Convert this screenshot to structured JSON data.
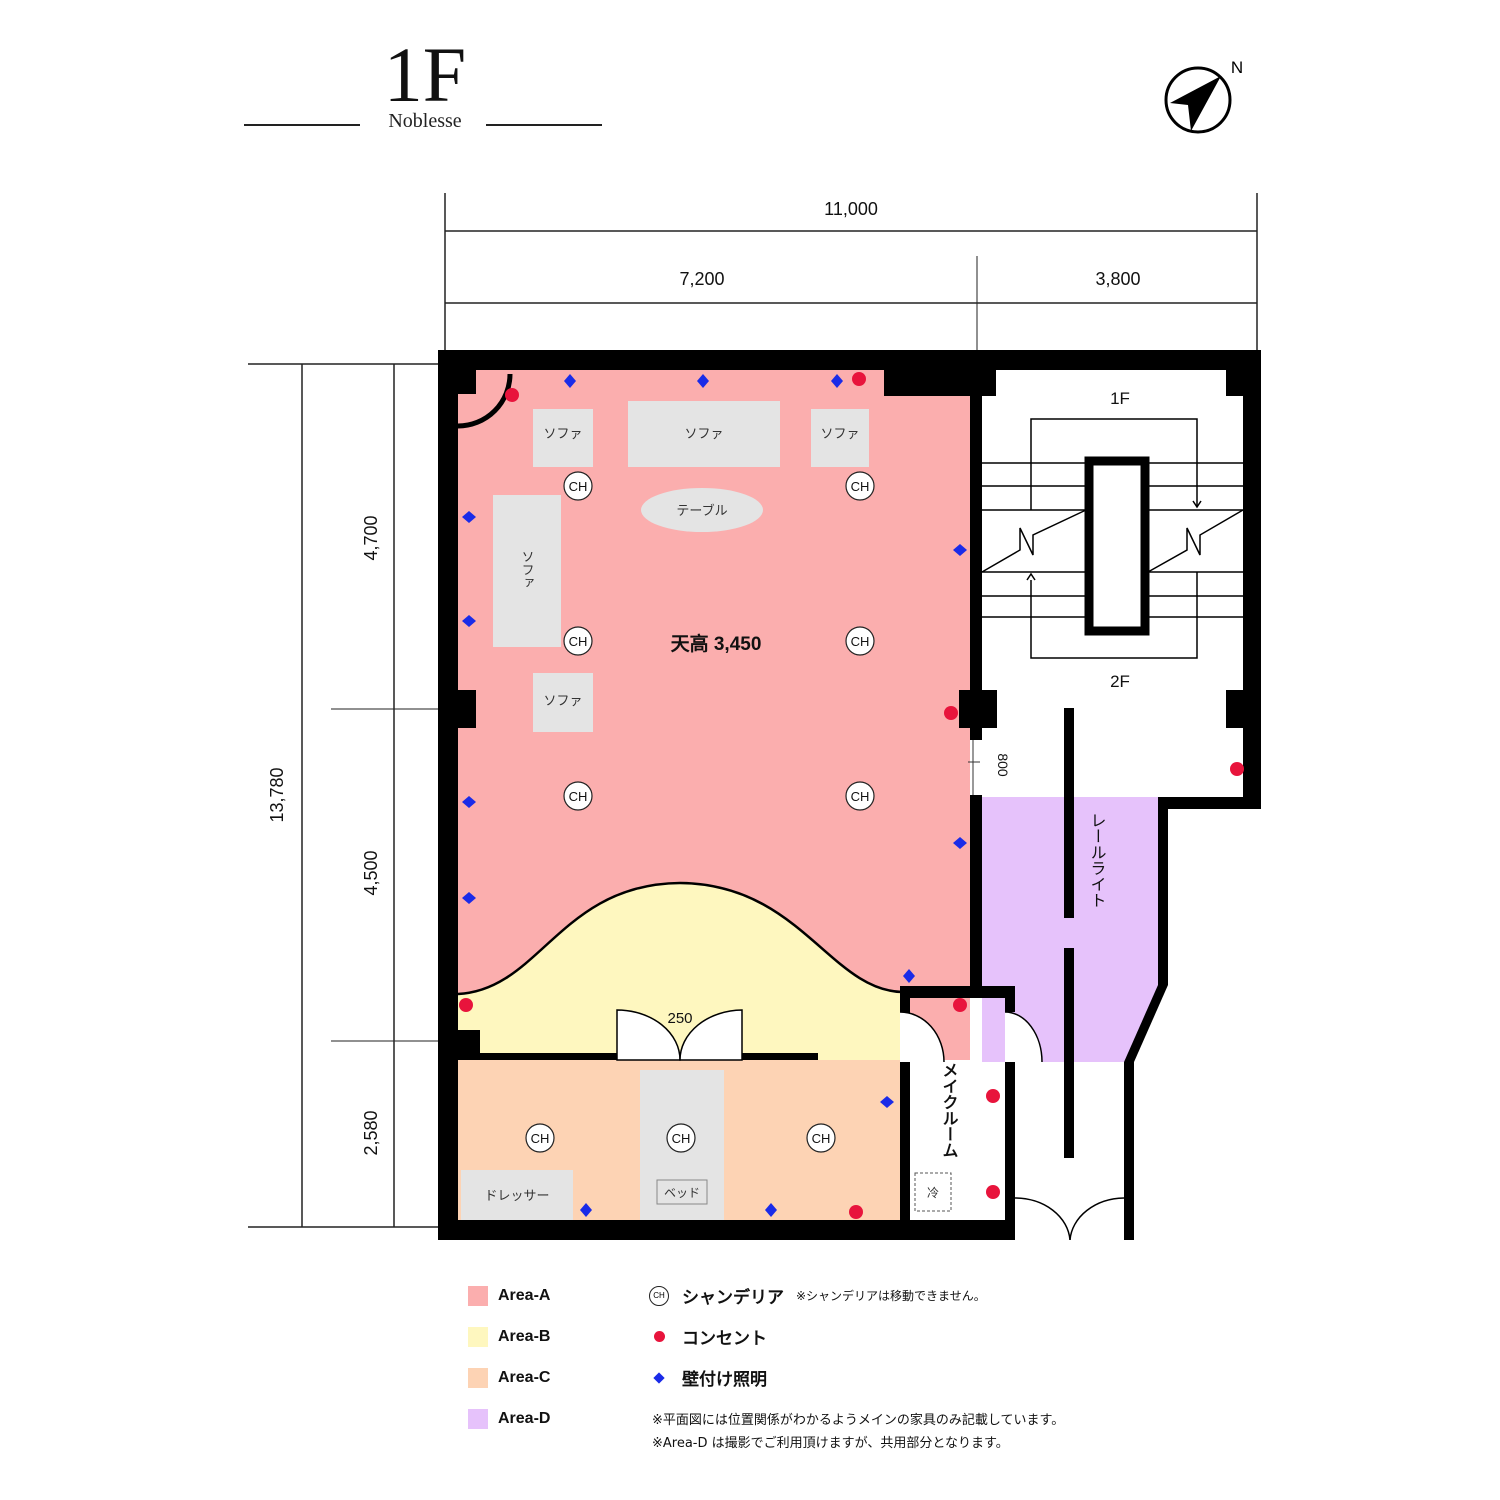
{
  "header": {
    "floor_title": "1F",
    "venue_name": "Noblesse",
    "compass_label": "N"
  },
  "dimensions": {
    "total_width": "11,000",
    "left_width": "7,200",
    "right_width": "3,800",
    "total_depth": "13,780",
    "depth_top": "4,700",
    "depth_middle": "4,500",
    "depth_bottom": "2,580",
    "opening_width": "800",
    "door_width": "250"
  },
  "rooms": {
    "main_hall": {
      "ceiling_label": "天高 3,450",
      "furniture": [
        {
          "label": "ソファ"
        },
        {
          "label": "ソファ"
        },
        {
          "label": "ソファ"
        },
        {
          "label": "ソファ"
        },
        {
          "label": "ソファ"
        },
        {
          "label": "テーブル"
        }
      ]
    },
    "stairs": {
      "upper_label": "1F",
      "lower_label": "2F"
    },
    "corridor": {
      "rail_light_label": "レールライト"
    },
    "bedroom": {
      "furniture": [
        {
          "label": "ドレッサー"
        },
        {
          "label": "ベッド"
        }
      ]
    },
    "make_room": {
      "label": "メイクルーム",
      "fridge_label": "冷"
    },
    "chandelier_label": "CH"
  },
  "legend": {
    "areas": [
      {
        "label": "Area-A",
        "color": "#fbaeae"
      },
      {
        "label": "Area-B",
        "color": "#fef7bf"
      },
      {
        "label": "Area-C",
        "color": "#fdd3b4"
      },
      {
        "label": "Area-D",
        "color": "#e6c2fb"
      }
    ],
    "symbols": [
      {
        "icon": "chandelier-icon",
        "icon_text": "CH",
        "label": "シャンデリア",
        "note": "※シャンデリアは移動できません。"
      },
      {
        "icon": "outlet-icon",
        "label": "コンセント"
      },
      {
        "icon": "wall-light-icon",
        "label": "壁付け照明"
      }
    ],
    "notes": [
      "※平面図には位置関係がわかるようメインの家具のみ記載しています。",
      "※Area-D は撮影でご利用頂けますが、共用部分となります。"
    ]
  },
  "colors": {
    "wall": "#000000",
    "area_a": "#fbaeae",
    "area_b": "#fef7bf",
    "area_c": "#fdd3b4",
    "area_d": "#e6c2fb",
    "furniture": "#e4e4e4",
    "outlet": "#e8143c",
    "wall_light": "#1a2be8"
  }
}
